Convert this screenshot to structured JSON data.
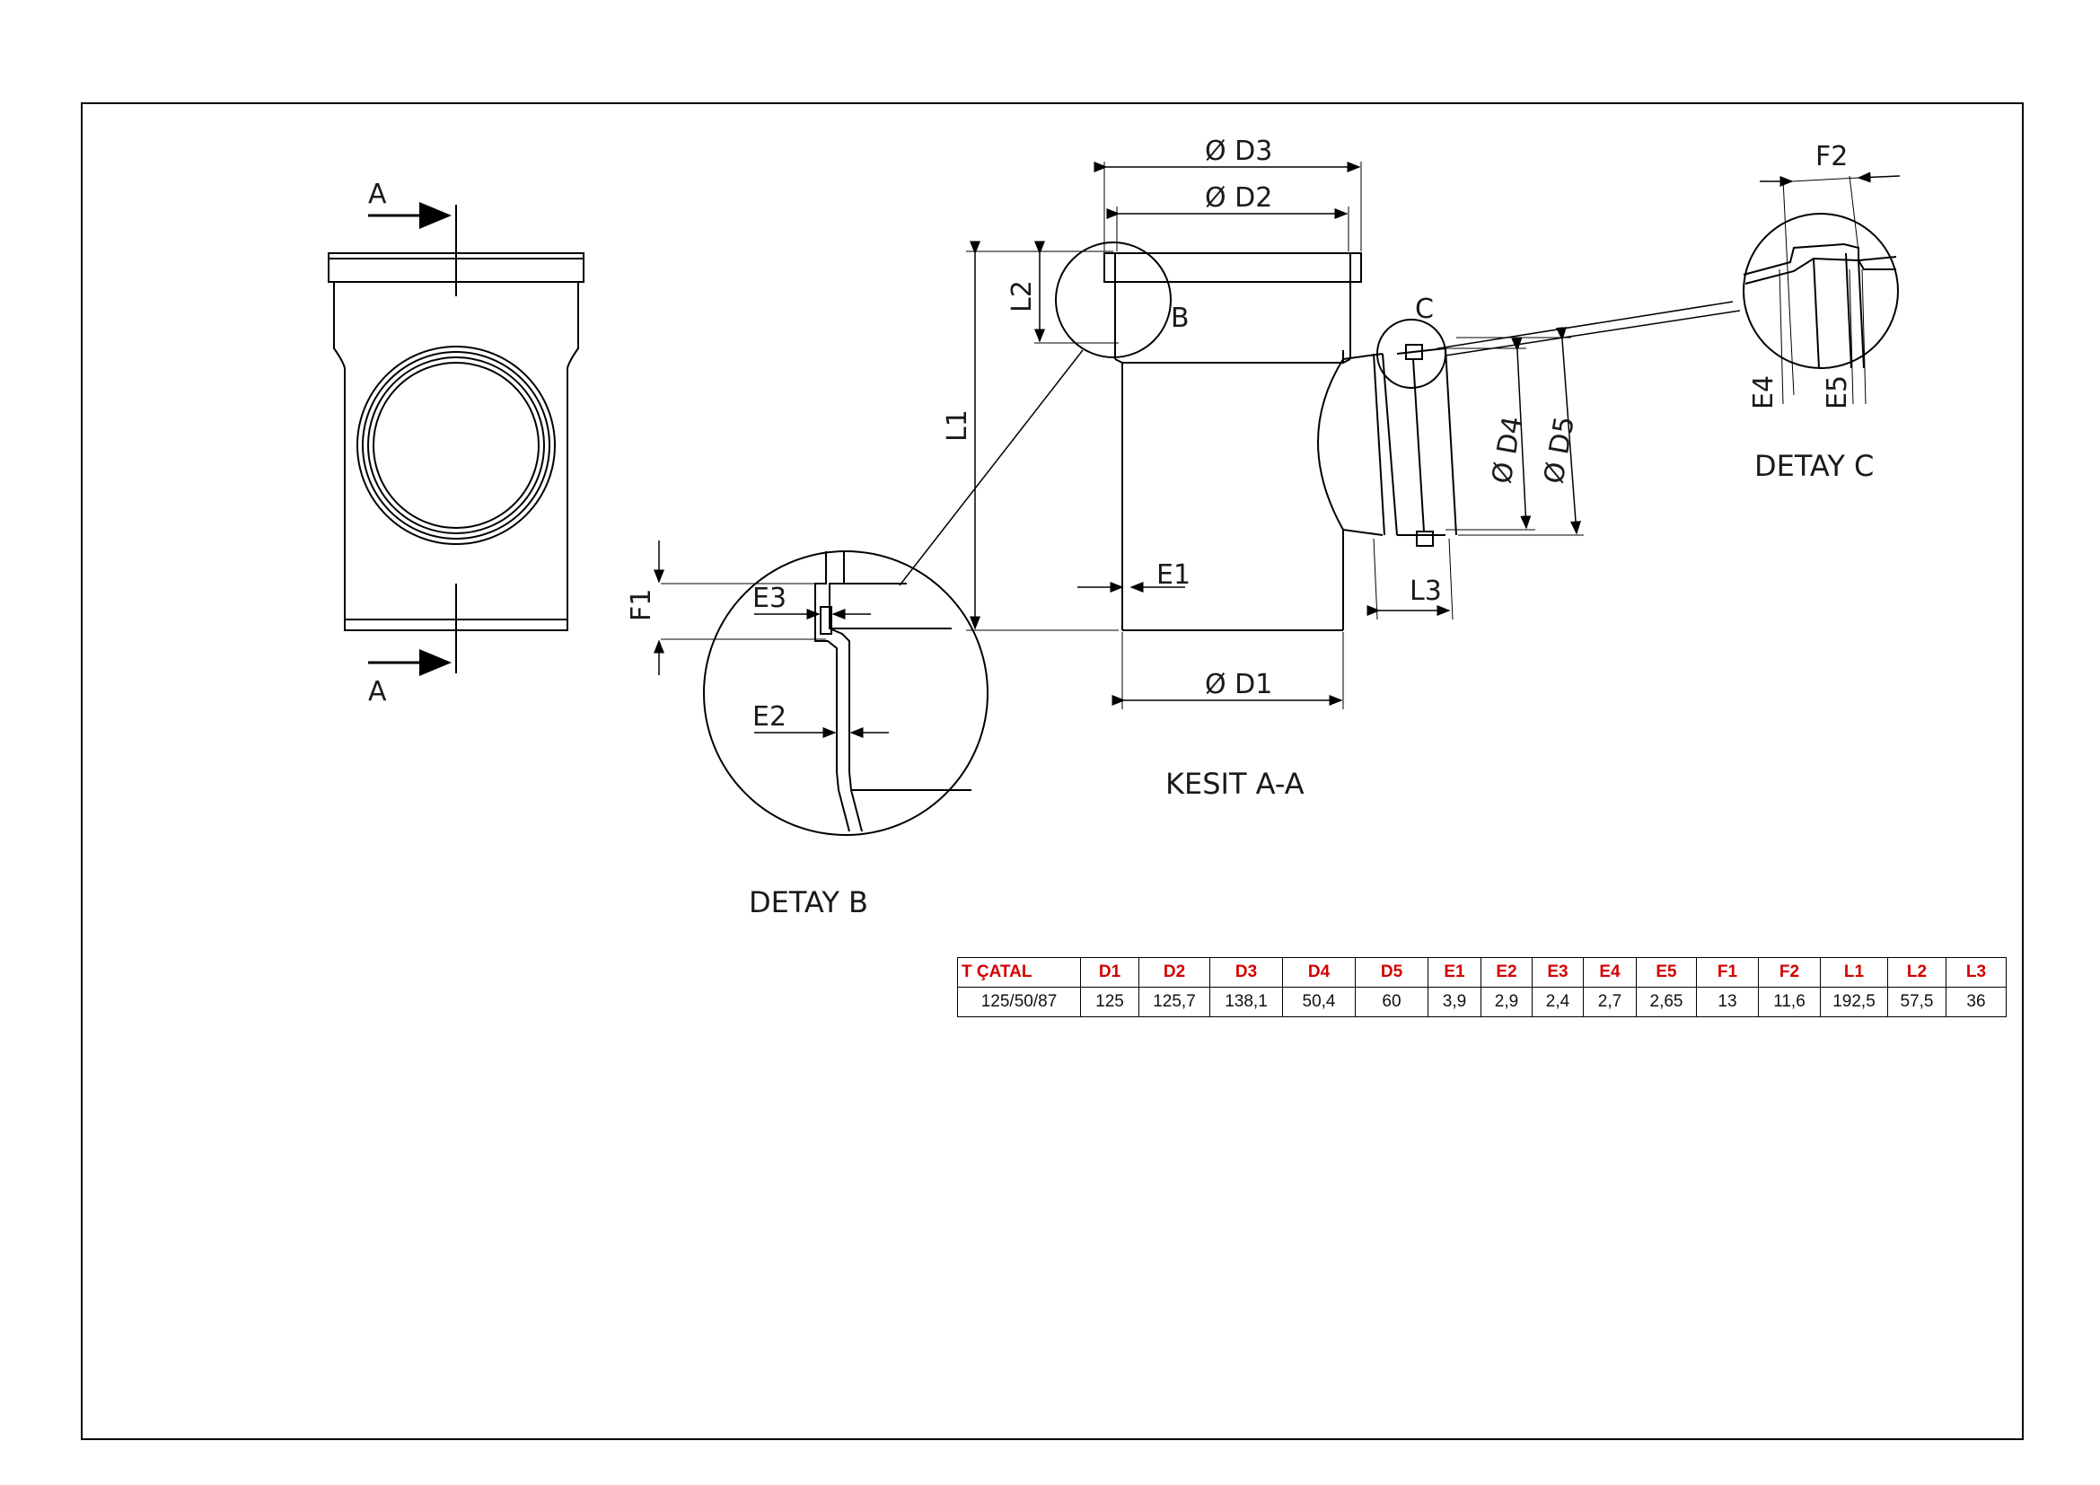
{
  "labels": {
    "section_mark": "A",
    "detail_b_mark": "B",
    "detail_c_mark": "C",
    "d3": "Ø D3",
    "d2": "Ø D2",
    "d1": "Ø D1",
    "d4": "Ø D4",
    "d5": "Ø D5",
    "l1": "L1",
    "l2": "L2",
    "l3": "L3",
    "e1": "E1",
    "e2": "E2",
    "e3": "E3",
    "e4": "E4",
    "e5": "E5",
    "f1": "F1",
    "f2": "F2"
  },
  "titles": {
    "section": "KESIT A-A",
    "detail_b": "DETAY B",
    "detail_c": "DETAY C"
  },
  "table": {
    "headers": [
      "T ÇATAL",
      "D1",
      "D2",
      "D3",
      "D4",
      "D5",
      "E1",
      "E2",
      "E3",
      "E4",
      "E5",
      "F1",
      "F2",
      "L1",
      "L2",
      "L3"
    ],
    "rows": [
      [
        "125/50/87",
        "125",
        "125,7",
        "138,1",
        "50,4",
        "60",
        "3,9",
        "2,9",
        "2,4",
        "2,7",
        "2,65",
        "13",
        "11,6",
        "192,5",
        "57,5",
        "36"
      ]
    ]
  },
  "colors": {
    "header_text": "#d40000",
    "line": "#000000"
  }
}
